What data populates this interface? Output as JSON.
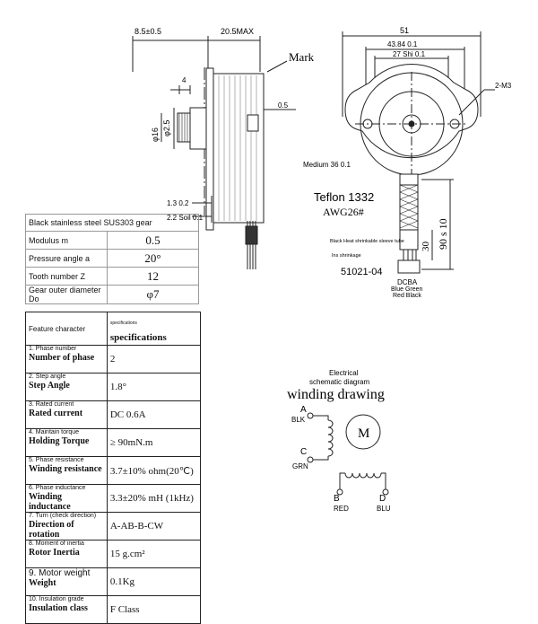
{
  "side_view": {
    "dim_flange": "8.5±0.5",
    "dim_body": "20.5MAX",
    "mark": "Mark",
    "dim_4": "4",
    "dim_shaft_dia": "φ2.5",
    "dim_boss_dia": "φ16",
    "dim_05": "0.5",
    "dim_13": "1.3 0.2",
    "dim_22": "2.2 Soil 0.1"
  },
  "front_view": {
    "dim_width": "51",
    "dim_holes": "43.84 0.1",
    "dim_inner": "27 Shi 0.1",
    "dim_m3": "2-M3",
    "dim_medium": "Medium 36 0.1",
    "teflon": "Teflon 1332",
    "awg": "AWG26#",
    "dim_90": "90 s 10",
    "dim_30": "30",
    "sleeve": "Black Heat shrinkable sleeve tube",
    "shrink": "Ins shrinkage",
    "connector": "51021-04",
    "pins": "DCBA",
    "wire_colors_1": "Blue Green",
    "wire_colors_2": "Red Black"
  },
  "gear_table": {
    "header": "Black stainless steel SUS303 gear",
    "rows": [
      {
        "label": "Modulus m",
        "value": "0.5"
      },
      {
        "label": "Pressure angle a",
        "value": "20°"
      },
      {
        "label": "Tooth number Z",
        "value": "12"
      },
      {
        "label": "Gear outer diameter Do",
        "value": "φ7"
      }
    ]
  },
  "spec_table": {
    "header_left": "Feature character",
    "header_right_small": "specifications",
    "header_right_big": "specifications",
    "rows": [
      {
        "top": "1. Phase number",
        "bottom": "Number of phase",
        "value": "2"
      },
      {
        "top": "2. Step angle",
        "bottom": "Step Angle",
        "value": "1.8°"
      },
      {
        "top": "3. Rated current",
        "bottom": "Rated current",
        "value": "DC 0.6A"
      },
      {
        "top": "4. Maintain torque",
        "bottom": "Holding Torque",
        "value": "≥ 90mN.m"
      },
      {
        "top": "5. Phase resistance",
        "bottom": "Winding resistance",
        "value": "3.7±10% ohm(20℃)"
      },
      {
        "top": "6. Phase inductance",
        "bottom": "Winding inductance",
        "value": "3.3±20% mH (1kHz)"
      },
      {
        "top": "7. Turn (check direction)",
        "bottom": "Direction of rotation",
        "value": "A-AB-B-CW"
      },
      {
        "top": "8. Moment of inertia",
        "bottom": "Rotor Inertia",
        "value": "15 g.cm²"
      },
      {
        "top": "9. Motor weight",
        "bottom": "Weight",
        "value": "0.1Kg"
      },
      {
        "top": "10. Insulation grade",
        "bottom": "Insulation class",
        "value": "F Class"
      }
    ]
  },
  "schematic": {
    "title_small_1": "Electrical",
    "title_small_2": "schematic diagram",
    "title_big": "winding drawing",
    "motor": "M",
    "pins": [
      {
        "letter": "A",
        "color": "BLK"
      },
      {
        "letter": "C",
        "color": "GRN"
      },
      {
        "letter": "B",
        "color": "RED"
      },
      {
        "letter": "D",
        "color": "BLU"
      }
    ]
  }
}
